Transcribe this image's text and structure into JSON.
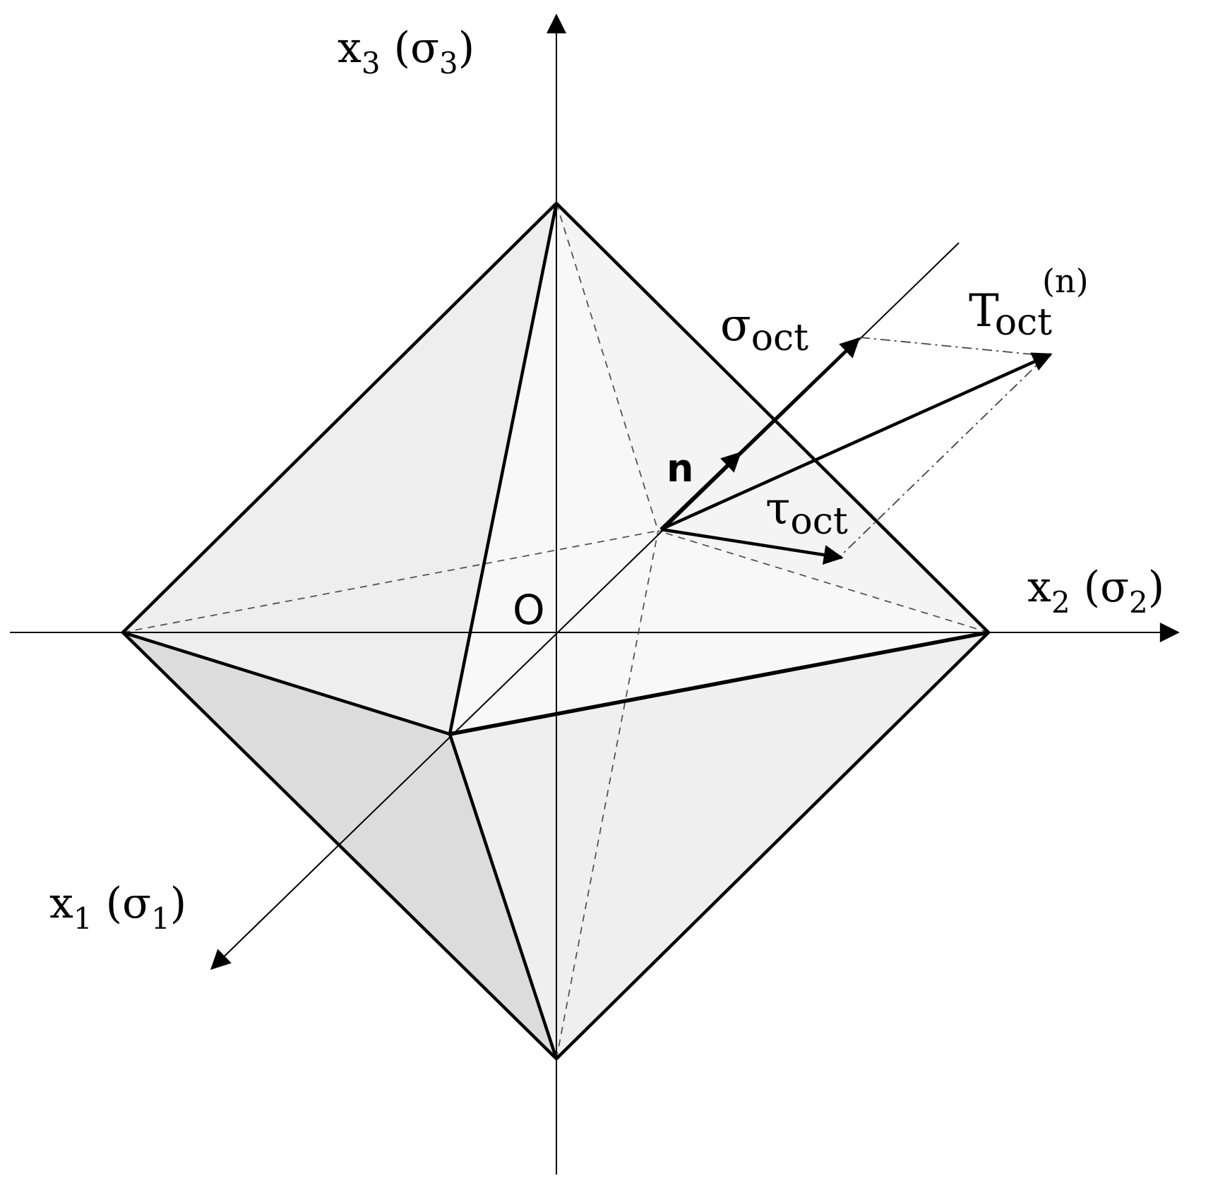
{
  "axes": {
    "x3": {
      "var": "x",
      "sub": "3",
      "open": " (",
      "stress": "σ",
      "stress_sub": "3",
      "close": ")"
    },
    "x2": {
      "var": "x",
      "sub": "2",
      "open": " (",
      "stress": "σ",
      "stress_sub": "2",
      "close": ")"
    },
    "x1": {
      "var": "x",
      "sub": "1",
      "open": " (",
      "stress": "σ",
      "stress_sub": "1",
      "close": ")"
    }
  },
  "origin_label": "O",
  "vectors": {
    "normal": {
      "label": "n"
    },
    "sigma_oct": {
      "main": "σ",
      "sub": "oct"
    },
    "tau_oct": {
      "main": "τ",
      "sub": "oct"
    },
    "traction": {
      "main": "T",
      "sub": "oct",
      "sup": "(n)"
    }
  },
  "colors": {
    "line": "#000000",
    "face_light": "#f0f0f0",
    "face_lighter": "#f8f8f8",
    "face_dark": "#dcdcdc",
    "dashed": "#555555"
  }
}
